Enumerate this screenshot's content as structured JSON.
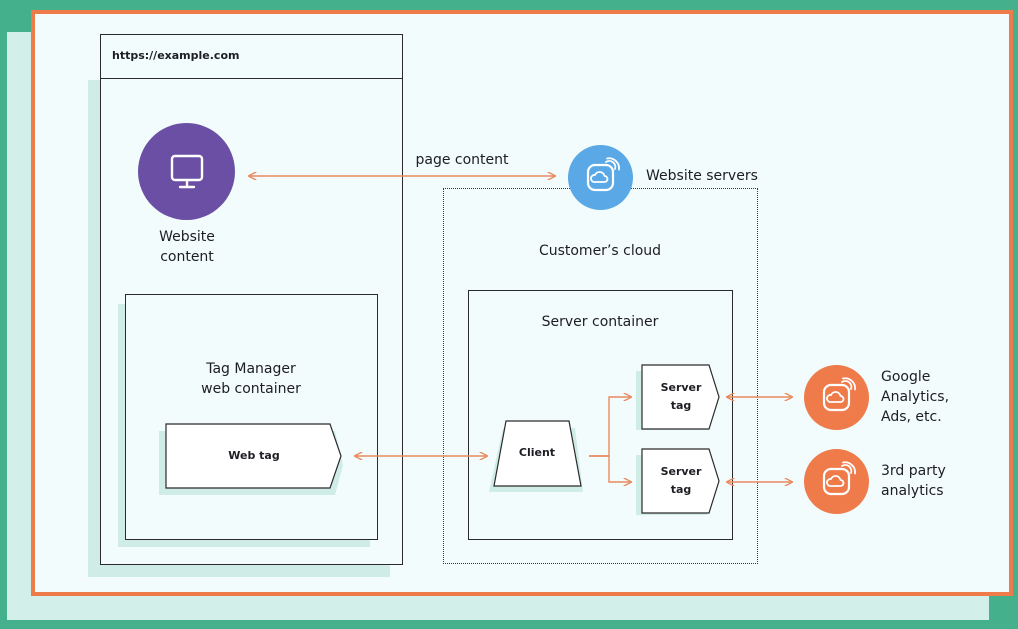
{
  "browser": {
    "url": "https://example.com"
  },
  "website_content": {
    "line1": "Website",
    "line2": "content",
    "icon": "monitor-icon",
    "color": "#6a4fa4"
  },
  "page_content_label": "page content",
  "website_servers": {
    "label": "Website servers",
    "icon": "cloud-icon",
    "color": "#5aa9e6"
  },
  "customers_cloud": {
    "label": "Customer’s cloud"
  },
  "tag_manager": {
    "line1": "Tag Manager",
    "line2": "web container"
  },
  "web_tag": {
    "label": "Web tag"
  },
  "server_container": {
    "label": "Server container"
  },
  "client": {
    "label": "Client"
  },
  "server_tags": [
    {
      "line1": "Server",
      "line2": "tag"
    },
    {
      "line1": "Server",
      "line2": "tag"
    }
  ],
  "destinations": [
    {
      "line1": "Google",
      "line2": "Analytics,",
      "line3": "Ads, etc.",
      "icon": "cloud-icon",
      "color": "#ef7b4a"
    },
    {
      "line1": "3rd party",
      "line2": "analytics",
      "icon": "cloud-icon",
      "color": "#ef7b4a"
    }
  ],
  "colors": {
    "frame_border": "#ef7b4a",
    "outer_background": "#45b08c",
    "arrow": "#e98a5e"
  }
}
